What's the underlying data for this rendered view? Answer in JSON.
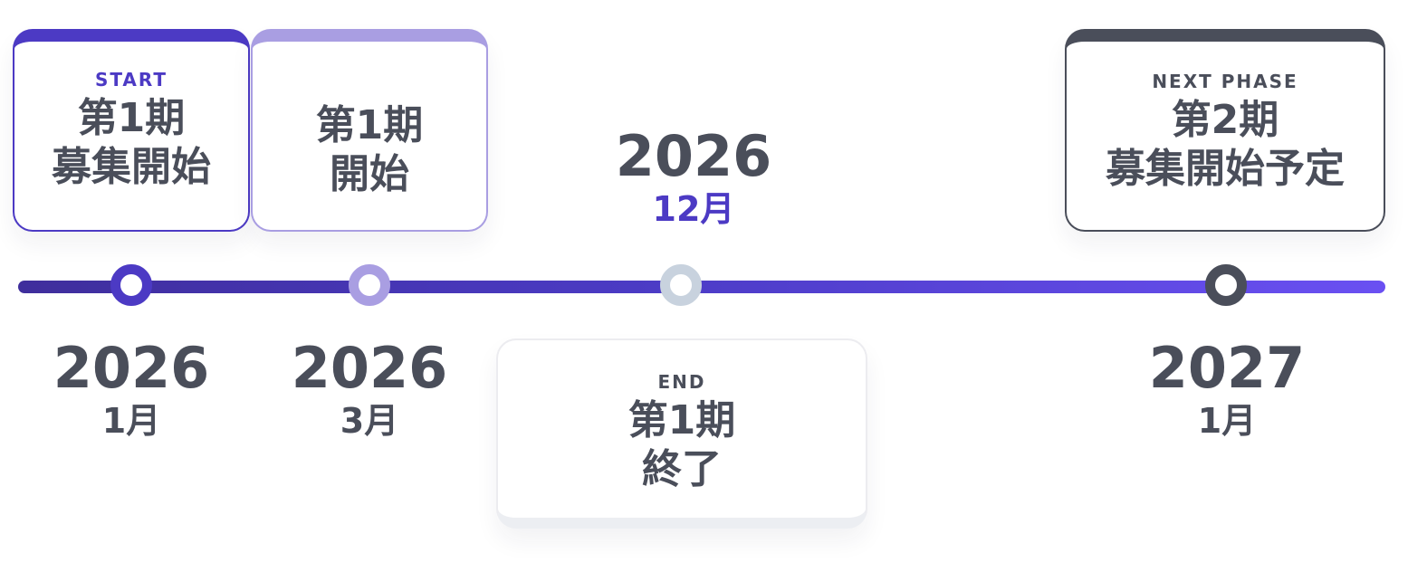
{
  "timeline": {
    "colors": {
      "primary": "#4c3ac4",
      "light": "#a99ee2",
      "muted": "#c8d2de",
      "dark": "#4a4e5a",
      "line_end": "#6a50f2"
    },
    "milestones": [
      {
        "year": "2026",
        "month": "1月",
        "tag": "START",
        "title_line1": "第1期",
        "title_line2": "募集開始"
      },
      {
        "year": "2026",
        "month": "3月",
        "tag": "",
        "title_line1": "第1期",
        "title_line2": "開始"
      },
      {
        "year": "2026",
        "month": "12月",
        "tag": "END",
        "title_line1": "第1期",
        "title_line2": "終了"
      },
      {
        "year": "2027",
        "month": "1月",
        "tag": "NEXT PHASE",
        "title_line1": "第2期",
        "title_line2": "募集開始予定"
      }
    ]
  }
}
